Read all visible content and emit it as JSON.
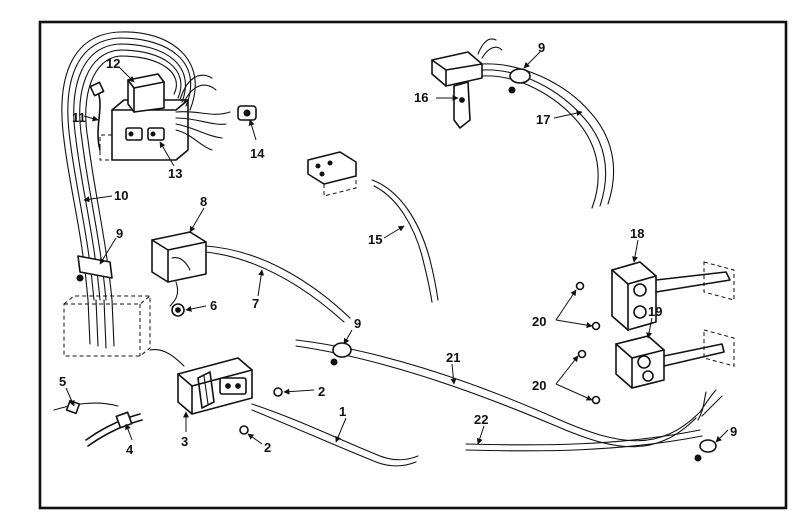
{
  "labels": {
    "n1": "1",
    "n2a": "2",
    "n2b": "2",
    "n3": "3",
    "n4": "4",
    "n5": "5",
    "n6": "6",
    "n7": "7",
    "n8": "8",
    "n9a": "9",
    "n9b": "9",
    "n9c": "9",
    "n9d": "9",
    "n10": "10",
    "n11": "11",
    "n12": "12",
    "n13": "13",
    "n14": "14",
    "n15": "15",
    "n16": "16",
    "n17": "17",
    "n18": "18",
    "n19": "19",
    "n20a": "20",
    "n20b": "20",
    "n21": "21",
    "n22": "22"
  }
}
